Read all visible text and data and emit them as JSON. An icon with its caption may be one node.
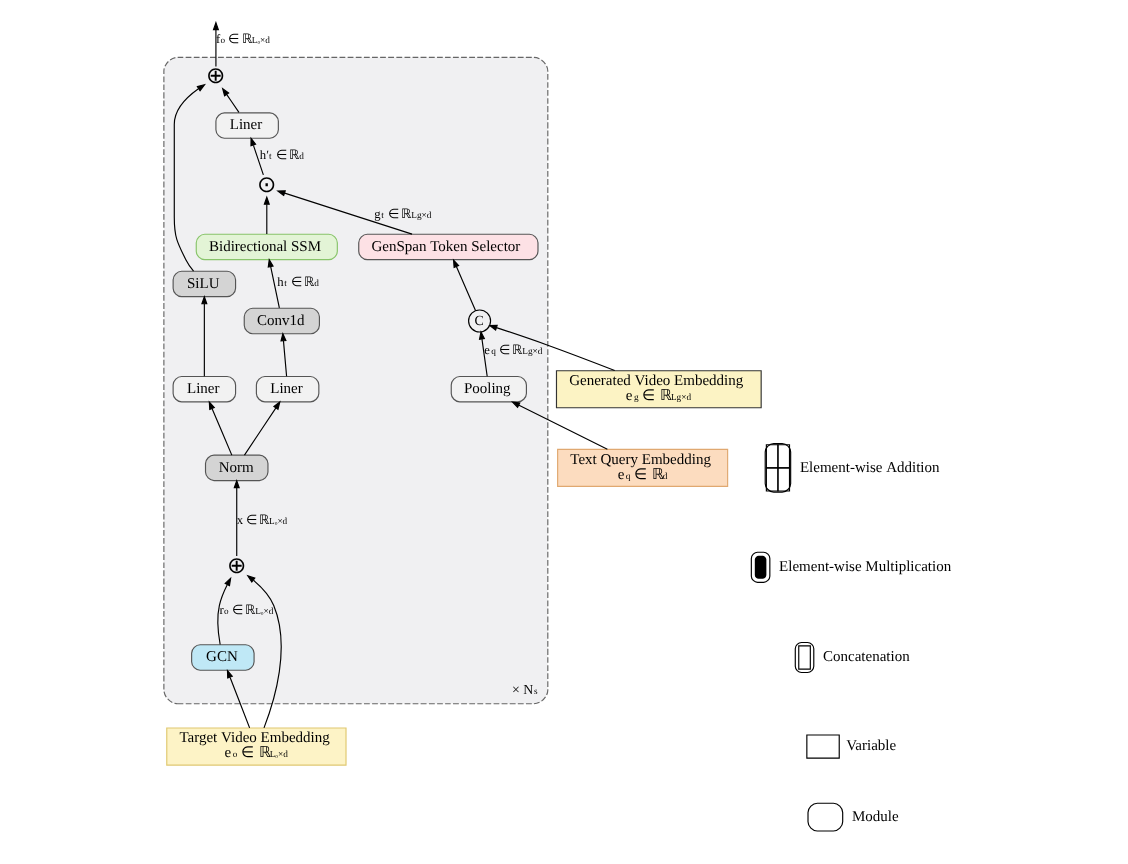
{
  "diagram": {
    "nodes": [
      {
        "text": [
          "× N$_{s}$"
        ]
      },
      {
        "text": [
          "⊕"
        ],
        "in": 0
      },
      {
        "text": [
          "Liner"
        ],
        "in": 0
      },
      {
        "text": [
          "⊙"
        ],
        "in": 0
      },
      {
        "text": [
          "Bidirectional SSM"
        ],
        "in": 0
      },
      {
        "text": [
          "SiLU"
        ],
        "in": 0
      },
      {
        "text": [
          "Conv1d"
        ],
        "in": 0
      },
      {
        "text": [
          "Liner"
        ],
        "in": 0
      },
      {
        "text": [
          "Liner"
        ],
        "in": 0
      },
      {
        "text": [
          "Norm"
        ],
        "in": 0
      },
      {
        "text": [
          "⊕"
        ],
        "in": 0
      },
      {
        "text": [
          "GCN"
        ],
        "in": 0
      },
      {
        "text": [
          "GenSpan Token Selector"
        ],
        "in": 0
      },
      {
        "text": [
          "C"
        ],
        "in": 0
      },
      {
        "text": [
          "Pooling"
        ],
        "in": 0
      },
      {
        "text": [
          "Target Video Embedding",
          "e$_{o}$ ∈ ℝ$^{Lₒ×d}$"
        ]
      },
      {
        "text": [
          "Text Query Embedding",
          "e$_{q}$ ∈ ℝ$^{d}$"
        ]
      },
      {
        "text": [
          "Generated Video Embedding",
          "e$_{g}$ ∈ ℝ$^{Lg×d}$"
        ]
      }
    ],
    "edges": [
      {
        "from": 1,
        "to": null,
        "arrow": "to",
        "label": "f$_{o}$ ∈ ℝ$^{Lₒ×d}$"
      },
      {
        "from": 5,
        "to": 1,
        "arrow": "to"
      },
      {
        "from": 2,
        "to": 1,
        "arrow": "to"
      },
      {
        "from": 3,
        "to": 2,
        "arrow": "to",
        "label": "h′$_{t}$ ∈ ℝ$^{d}$"
      },
      {
        "from": 4,
        "to": 3,
        "arrow": "to"
      },
      {
        "from": 12,
        "to": 3,
        "arrow": "to",
        "label": "g$_{t}$ ∈ ℝ$^{Lg×d}$"
      },
      {
        "from": 6,
        "to": 4,
        "arrow": "to",
        "label": "h$_{t}$ ∈ ℝ$^{d}$"
      },
      {
        "from": 7,
        "to": 5,
        "arrow": "to"
      },
      {
        "from": 8,
        "to": 6,
        "arrow": "to"
      },
      {
        "from": 9,
        "to": 7,
        "arrow": "to"
      },
      {
        "from": 9,
        "to": 8,
        "arrow": "to"
      },
      {
        "from": 10,
        "to": 9,
        "arrow": "to",
        "label": "x ∈ ℝ$^{Lₒ×d}$"
      },
      {
        "from": 11,
        "to": 10,
        "arrow": "to",
        "label": "r$_{o}$ ∈ ℝ$^{Lₒ×d}$"
      },
      {
        "from": 15,
        "to": 10,
        "arrow": "to"
      },
      {
        "from": 15,
        "to": 11,
        "arrow": "to"
      },
      {
        "from": 13,
        "to": 12,
        "arrow": "to"
      },
      {
        "from": 17,
        "to": 13,
        "arrow": "to"
      },
      {
        "from": 14,
        "to": 13,
        "arrow": "to",
        "label": "e$_{q}$ ∈ ℝ$^{Lg×d}$"
      },
      {
        "from": 16,
        "to": 14,
        "arrow": "to"
      }
    ],
    "legend": [
      {
        "text": "Element-wise Addition"
      },
      {
        "text": "Element-wise Multiplication"
      },
      {
        "text": "Concatenation"
      },
      {
        "text": "Variable"
      },
      {
        "text": "Module"
      }
    ]
  }
}
